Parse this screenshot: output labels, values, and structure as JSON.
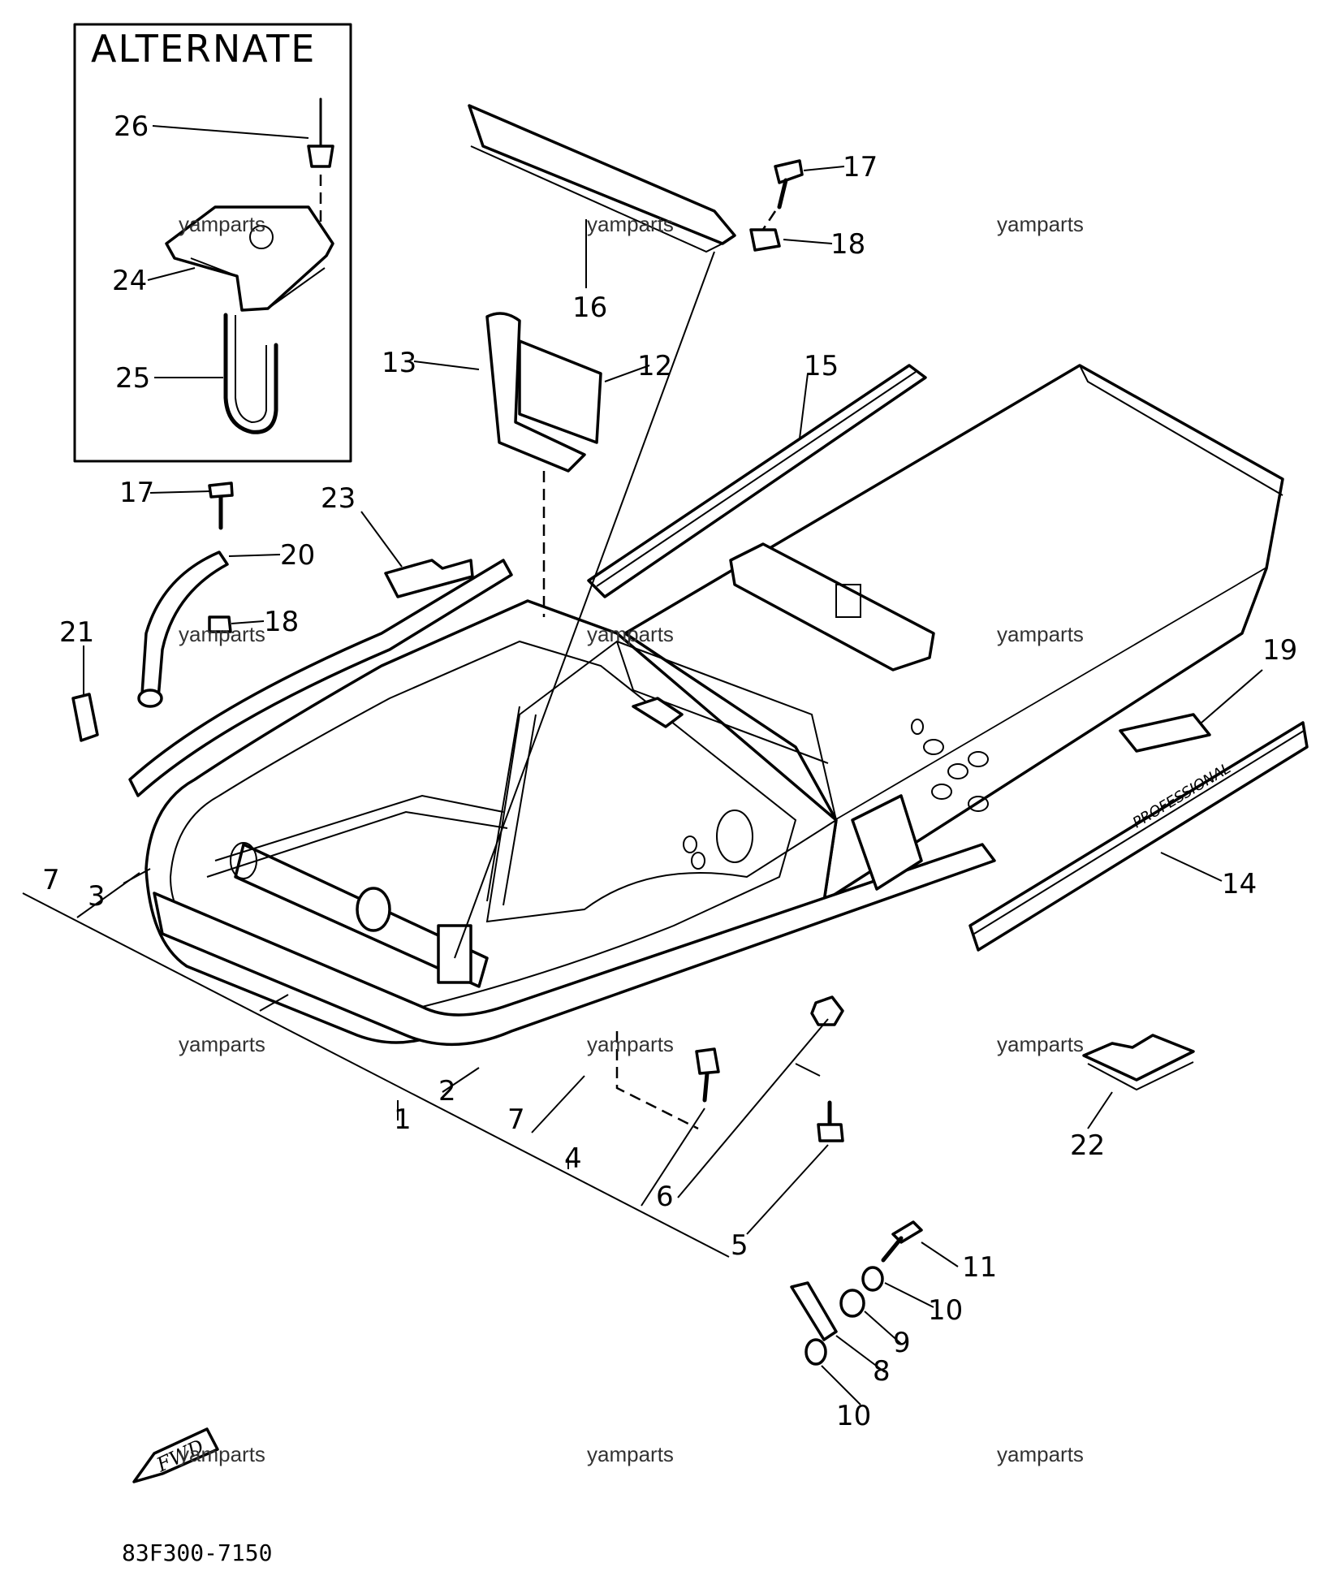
{
  "inset": {
    "title": "ALTERNATE"
  },
  "diagram_code": "83F300-7150",
  "forward_label": "FWD",
  "trim_stripe_text": "PROFESSIONAL",
  "watermark": "yamparts",
  "callouts": {
    "c1": "1",
    "c2": "2",
    "c3": "3",
    "c4": "4",
    "c5": "5",
    "c6": "6",
    "c7a": "7",
    "c7b": "7",
    "c8": "8",
    "c9": "9",
    "c10a": "10",
    "c10b": "10",
    "c11": "11",
    "c12": "12",
    "c13": "13",
    "c14": "14",
    "c15": "15",
    "c16": "16",
    "c17a": "17",
    "c17b": "17",
    "c18a": "18",
    "c18b": "18",
    "c19": "19",
    "c20": "20",
    "c21": "21",
    "c22": "22",
    "c23": "23",
    "c24": "24",
    "c25": "25",
    "c26": "26"
  }
}
